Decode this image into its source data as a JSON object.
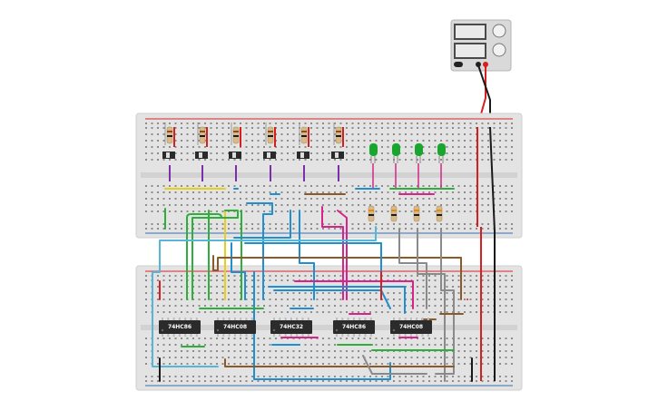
{
  "chips": [
    {
      "label": "74HC86"
    },
    {
      "label": "74HC08"
    },
    {
      "label": "74HC32"
    },
    {
      "label": "74HC86"
    },
    {
      "label": "74HC08"
    }
  ],
  "colors": {
    "board": "#e3e3e3",
    "rail_red": "#d6252b",
    "rail_blue": "#3a6fb0",
    "wire_green": "#2fae3b",
    "wire_blue": "#1f8fd0",
    "wire_cyan": "#56b6d8",
    "wire_purple": "#7b2fa8",
    "wire_magenta": "#d6248a",
    "wire_yellow": "#e8cf1c",
    "wire_brown": "#8a5a2b",
    "wire_gray": "#8a8a8a",
    "wire_red": "#d62020",
    "wire_black": "#1a1a1a",
    "led_green": "#1aa52e",
    "chip": "#2b2b2b"
  }
}
